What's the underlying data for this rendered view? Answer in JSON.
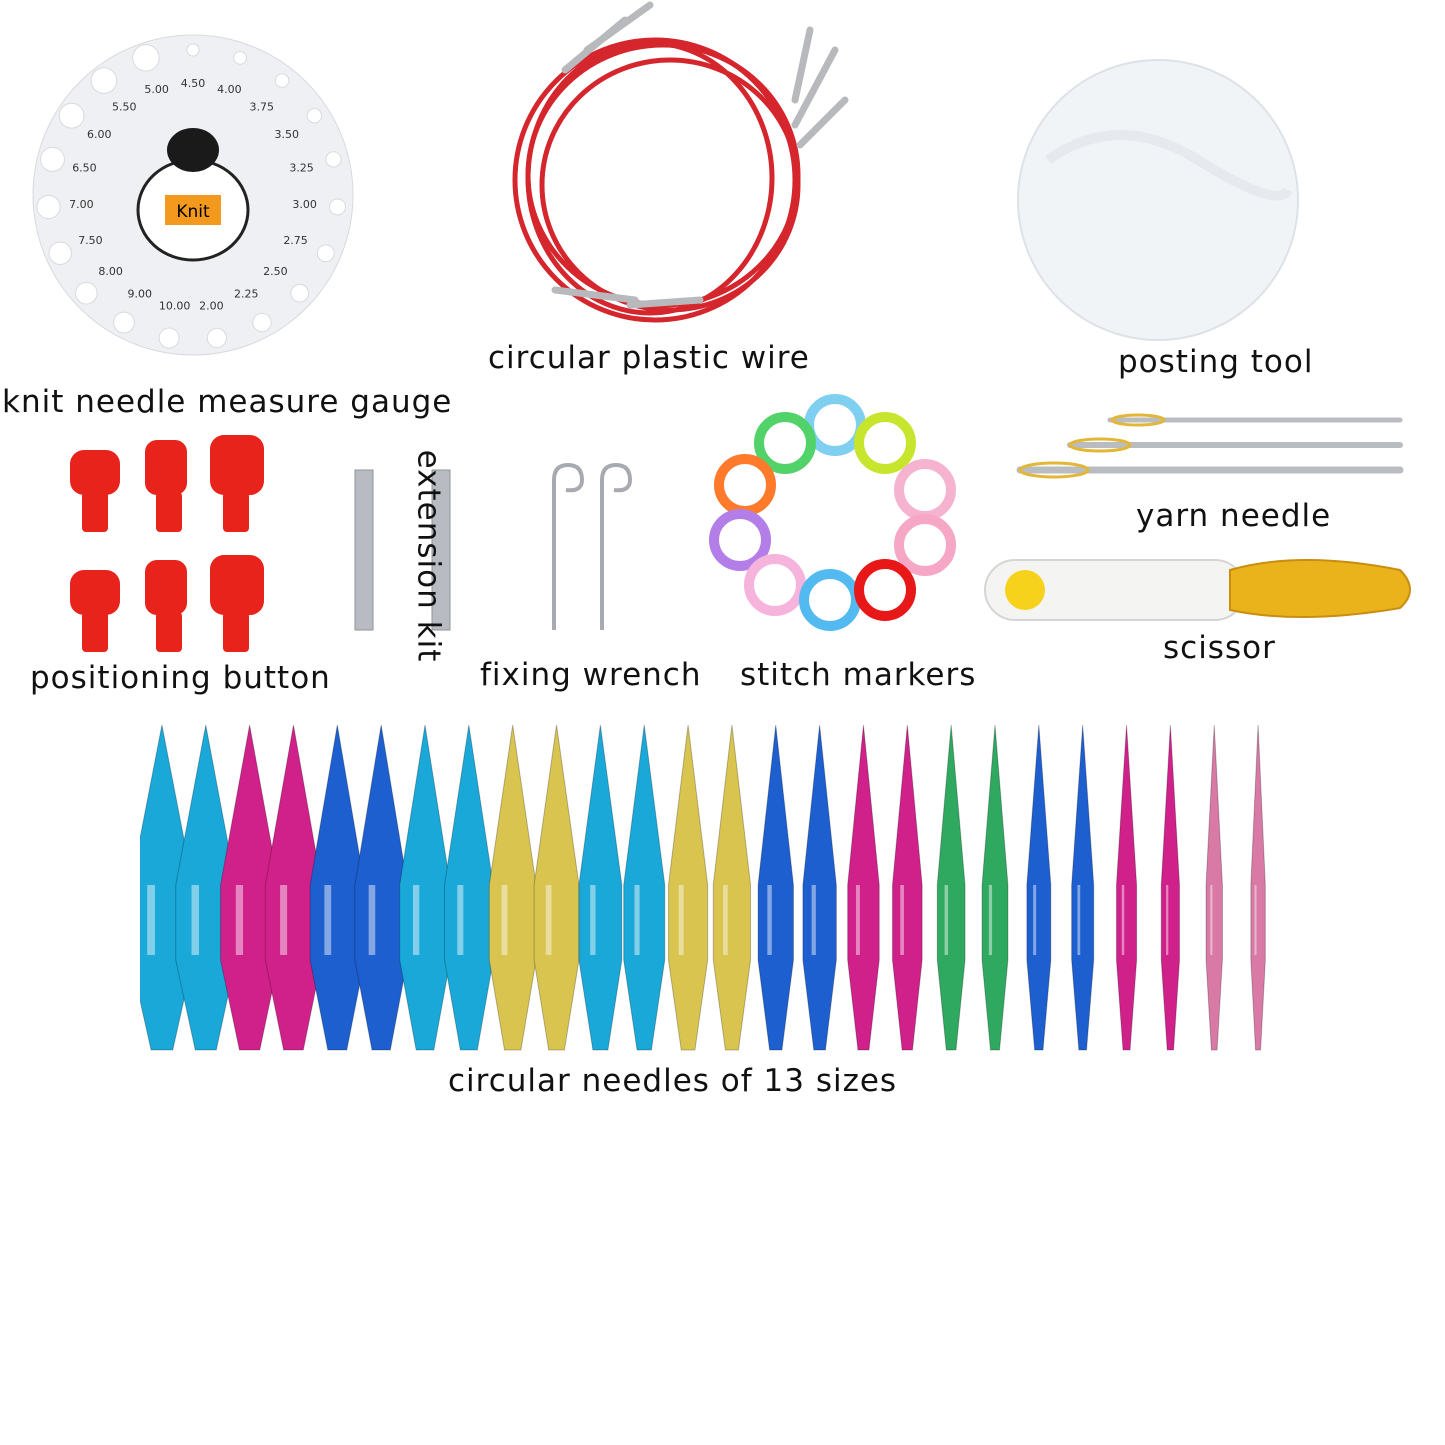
{
  "labels": {
    "gauge": "knit needle measure gauge",
    "wire": "circular plastic wire",
    "posting": "posting tool",
    "positioning": "positioning button",
    "extension": "extension kit",
    "wrench": "fixing wrench",
    "markers": "stitch markers",
    "yarn": "yarn needle",
    "scissor": "scissor",
    "needles": "circular needles of 13 sizes"
  },
  "gauge": {
    "sizes": [
      "4.50",
      "4.00",
      "3.75",
      "3.50",
      "3.25",
      "3.00",
      "2.75",
      "2.50",
      "2.25",
      "2.00",
      "10.00",
      "9.00",
      "8.00",
      "7.50",
      "7.00",
      "6.50",
      "6.00",
      "5.50",
      "5.00"
    ],
    "badge": "Knit"
  },
  "colors": {
    "cyan": "#1aa8d8",
    "magenta": "#d0208a",
    "blue": "#1e5fcf",
    "gold": "#d9c450",
    "green": "#2fa860",
    "pink": "#d97aa6",
    "red": "#e8231c"
  },
  "needles": [
    "cyan",
    "cyan",
    "magenta",
    "magenta",
    "blue",
    "blue",
    "cyan",
    "cyan",
    "gold",
    "gold",
    "cyan",
    "cyan",
    "gold",
    "gold",
    "blue",
    "blue",
    "magenta",
    "magenta",
    "green",
    "green",
    "blue",
    "blue",
    "magenta",
    "magenta",
    "pink",
    "pink"
  ]
}
